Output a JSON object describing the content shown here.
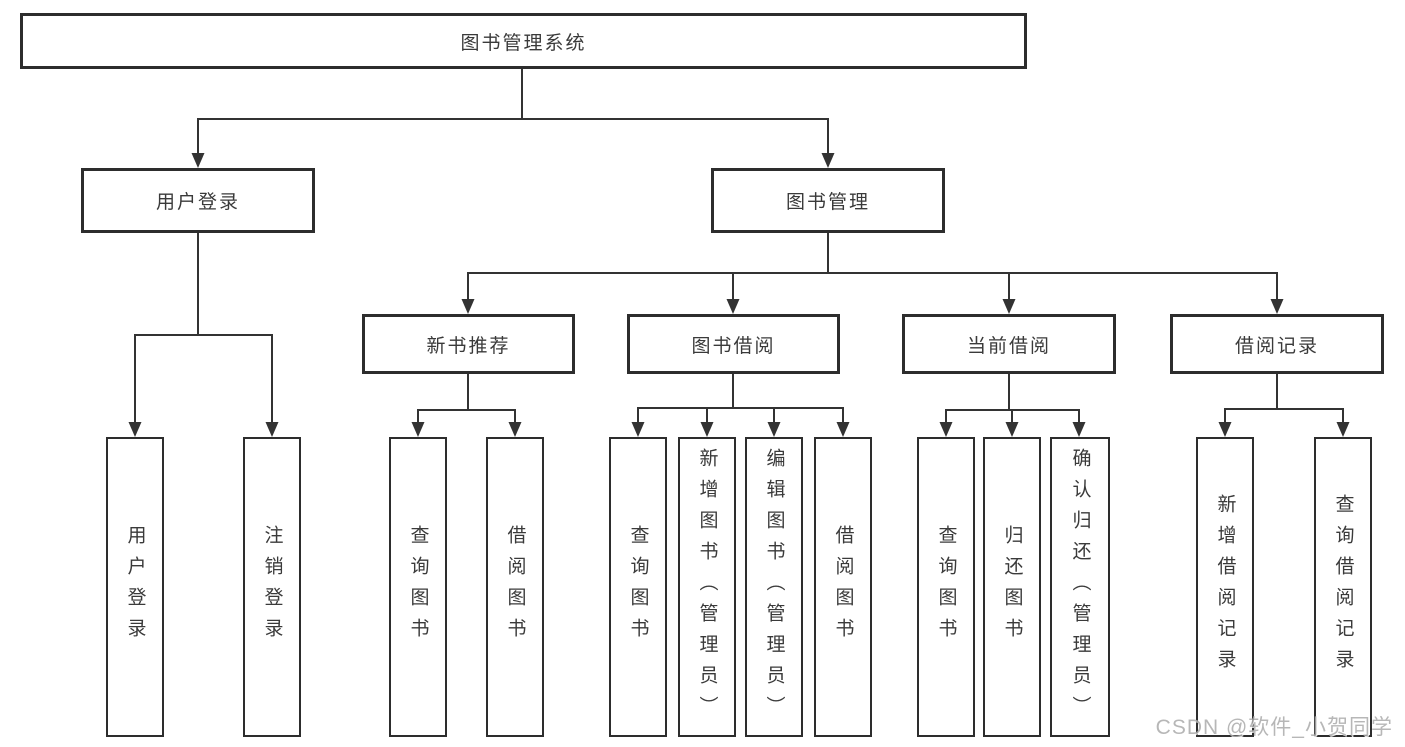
{
  "tree": {
    "label": "图书管理系统",
    "children": [
      {
        "label": "用户登录",
        "children": [
          {
            "label": "用户登录"
          },
          {
            "label": "注销登录"
          }
        ]
      },
      {
        "label": "图书管理",
        "children": [
          {
            "label": "新书推荐",
            "children": [
              {
                "label": "查询图书"
              },
              {
                "label": "借阅图书"
              }
            ]
          },
          {
            "label": "图书借阅",
            "children": [
              {
                "label": "查询图书"
              },
              {
                "label": "新增图书（管理员）"
              },
              {
                "label": "编辑图书（管理员）"
              },
              {
                "label": "借阅图书"
              }
            ]
          },
          {
            "label": "当前借阅",
            "children": [
              {
                "label": "查询图书"
              },
              {
                "label": "归还图书"
              },
              {
                "label": "确认归还（管理员）"
              }
            ]
          },
          {
            "label": "借阅记录",
            "children": [
              {
                "label": "新增借阅记录"
              },
              {
                "label": "查询借阅记录"
              }
            ]
          }
        ]
      }
    ]
  },
  "watermark": {
    "text": "CSDN @软件_小贺同学"
  },
  "colors": {
    "line": "#333333",
    "border": "#2d2d2d",
    "text": "#3a3a3a",
    "watermark": "#ababab",
    "background": "#ffffff"
  }
}
